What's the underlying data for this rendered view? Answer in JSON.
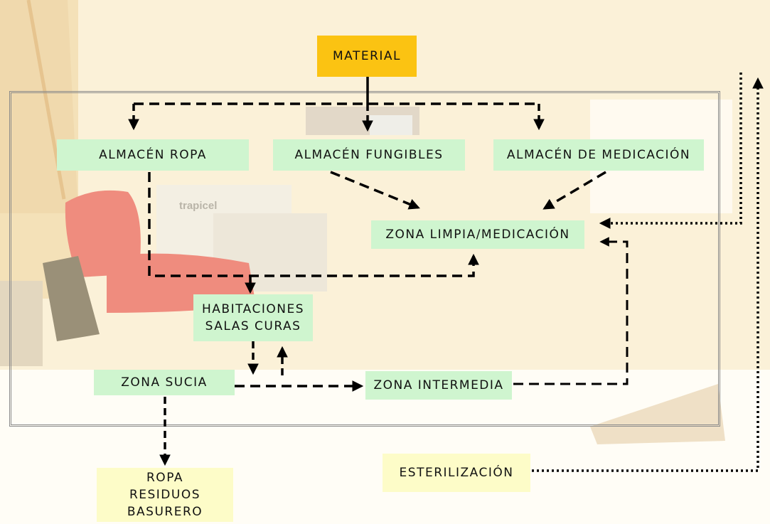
{
  "diagram": {
    "material": "MATERIAL",
    "almacen_ropa": "ALMACÉN ROPA",
    "almacen_fungibles": "ALMACÉN FUNGIBLES",
    "almacen_medicacion": "ALMACÉN DE MEDICACIÓN",
    "zona_limpia": "ZONA LIMPIA/MEDICACIÓN",
    "habitaciones": [
      "HABITACIONES",
      "SALAS CURAS"
    ],
    "zona_sucia": "ZONA SUCIA",
    "zona_intermedia": "ZONA INTERMEDIA",
    "residuos": [
      "ROPA",
      "RESIDUOS",
      "BASURERO"
    ],
    "esterilizacion": "ESTERILIZACIÓN",
    "photo_label": "trapicel"
  },
  "colors": {
    "green_box": "#cff5cf",
    "yellow_box": "#fdfcc8",
    "orange_box": "#fbc312",
    "arrow": "#000000"
  }
}
